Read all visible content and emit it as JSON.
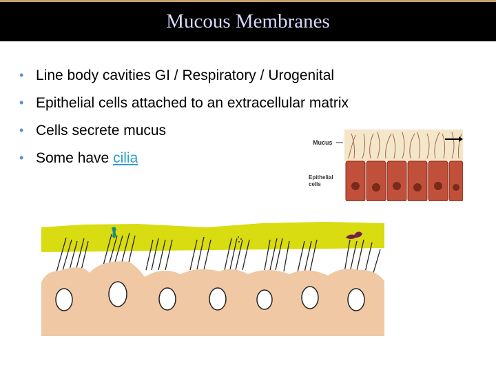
{
  "slide": {
    "title": "Mucous Membranes",
    "bullets": [
      {
        "text": "Line body cavities GI / Respiratory / Urogenital"
      },
      {
        "text": "Epithelial cells attached to an extracellular matrix"
      },
      {
        "text": "Cells secrete mucus"
      },
      {
        "text": "Some have ",
        "link": "cilia"
      }
    ]
  },
  "micrograph": {
    "mucus_label": "Mucus",
    "epithelial_label_line1": "Epithelial",
    "epithelial_label_line2": "cells"
  },
  "colors": {
    "title_bg": "#000000",
    "title_text": "#d8d8ff",
    "link": "#2aa0c8",
    "bullet": "#5a8ed0",
    "mucus_band": "#d8dc10",
    "cell_fill": "#f0c8a4",
    "micro_cell": "#c0503a"
  }
}
